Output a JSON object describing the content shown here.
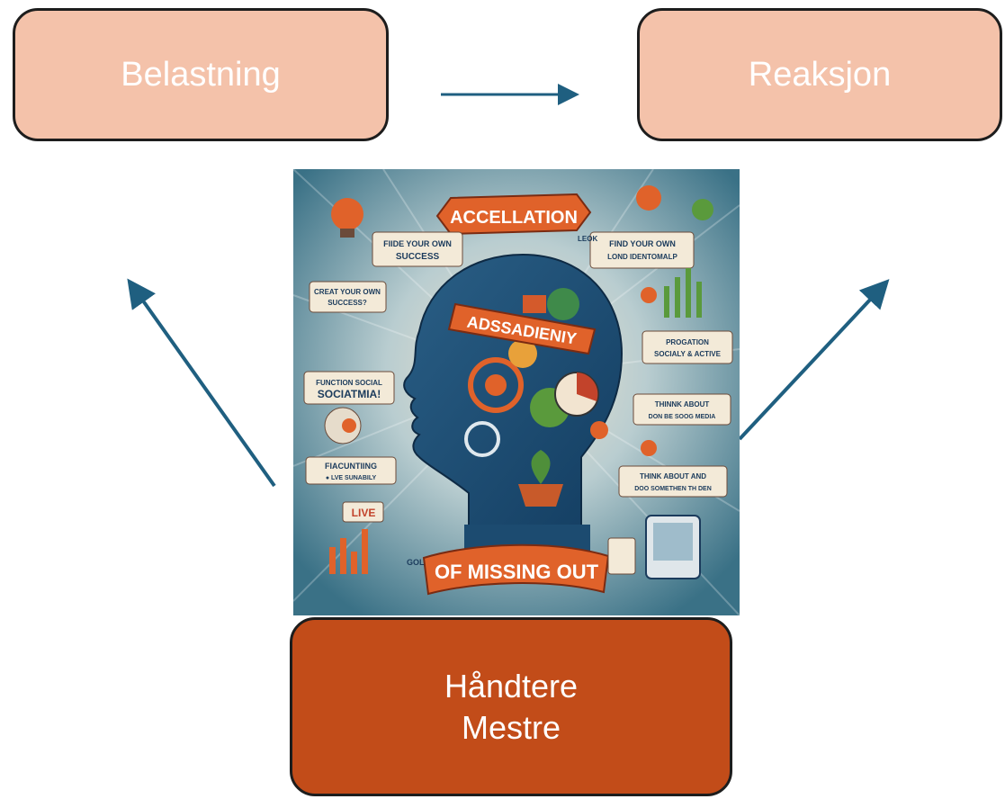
{
  "diagram": {
    "belastning": "Belastning",
    "reaksjon": "Reaksjon",
    "handtere_line1": "Håndtere",
    "handtere_line2": "Mestre"
  },
  "illustration": {
    "title_top": "ACCELLATION",
    "title_mid": "ADSSADIENIY",
    "title_bottom": "OF MISSING OUT",
    "labels": {
      "find_success_1": "FIIDE YOUR OWN",
      "find_success_2": "SUCCESS",
      "create_1": "CREAT YOUR OWN",
      "create_2": "SUCCESS?",
      "function_1": "FUNCTION SOCIAL",
      "function_2": "SOCIATMIA!",
      "fiac_1": "FIACUNTIING",
      "fiac_2": "● LVE SUNABILY",
      "live": "LIVE",
      "leok": "LEOK",
      "find_identity_1": "FIND YOUR OWN",
      "find_identity_2": "LOND IDENTOMALP",
      "prog_1": "PROGATION",
      "prog_2": "SOCIALY & ACTIVE",
      "think_1": "THINNK ABOUT",
      "think_2": "DON BE SOOG MEDIA",
      "think_about_1": "THINK ABOUT AND",
      "think_about_2": "DOO SOMETHEN TH DEN",
      "gol": "GOL"
    }
  },
  "colors": {
    "light_box": "#f4c2aa",
    "dark_box": "#c24c19",
    "arrow": "#1f5f80",
    "border": "#1d1d1d"
  }
}
